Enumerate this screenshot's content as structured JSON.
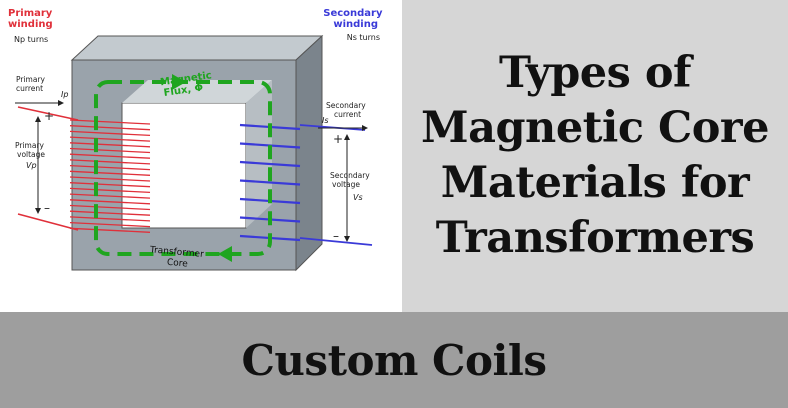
{
  "diagram": {
    "primary": {
      "winding_title": "Primary\nwinding",
      "turns": "Np turns",
      "current_label": "Primary\ncurrent",
      "current_symbol": "Ip",
      "voltage_label": "Primary\nvoltage",
      "voltage_symbol": "Vp",
      "plus": "+",
      "minus": "–"
    },
    "secondary": {
      "winding_title": "Secondary\nwinding",
      "turns": "Ns turns",
      "current_label": "Secondary\ncurrent",
      "current_symbol": "Is",
      "voltage_label": "Secondary\nvoltage",
      "voltage_symbol": "Vs",
      "plus": "+",
      "minus": "–"
    },
    "flux_label": "Magnetic\nFlux, Φ",
    "core_label": "Transformer\nCore",
    "colors": {
      "primary": "#e0303a",
      "secondary": "#3a3ad8",
      "flux": "#1fa51f",
      "core_front": "#9aa3ab",
      "core_top": "#c3cacf",
      "core_side": "#7b848c"
    }
  },
  "title": "Types of\nMagnetic Core\nMaterials for\nTransformers",
  "footer": {
    "brand": "Custom Coils"
  }
}
